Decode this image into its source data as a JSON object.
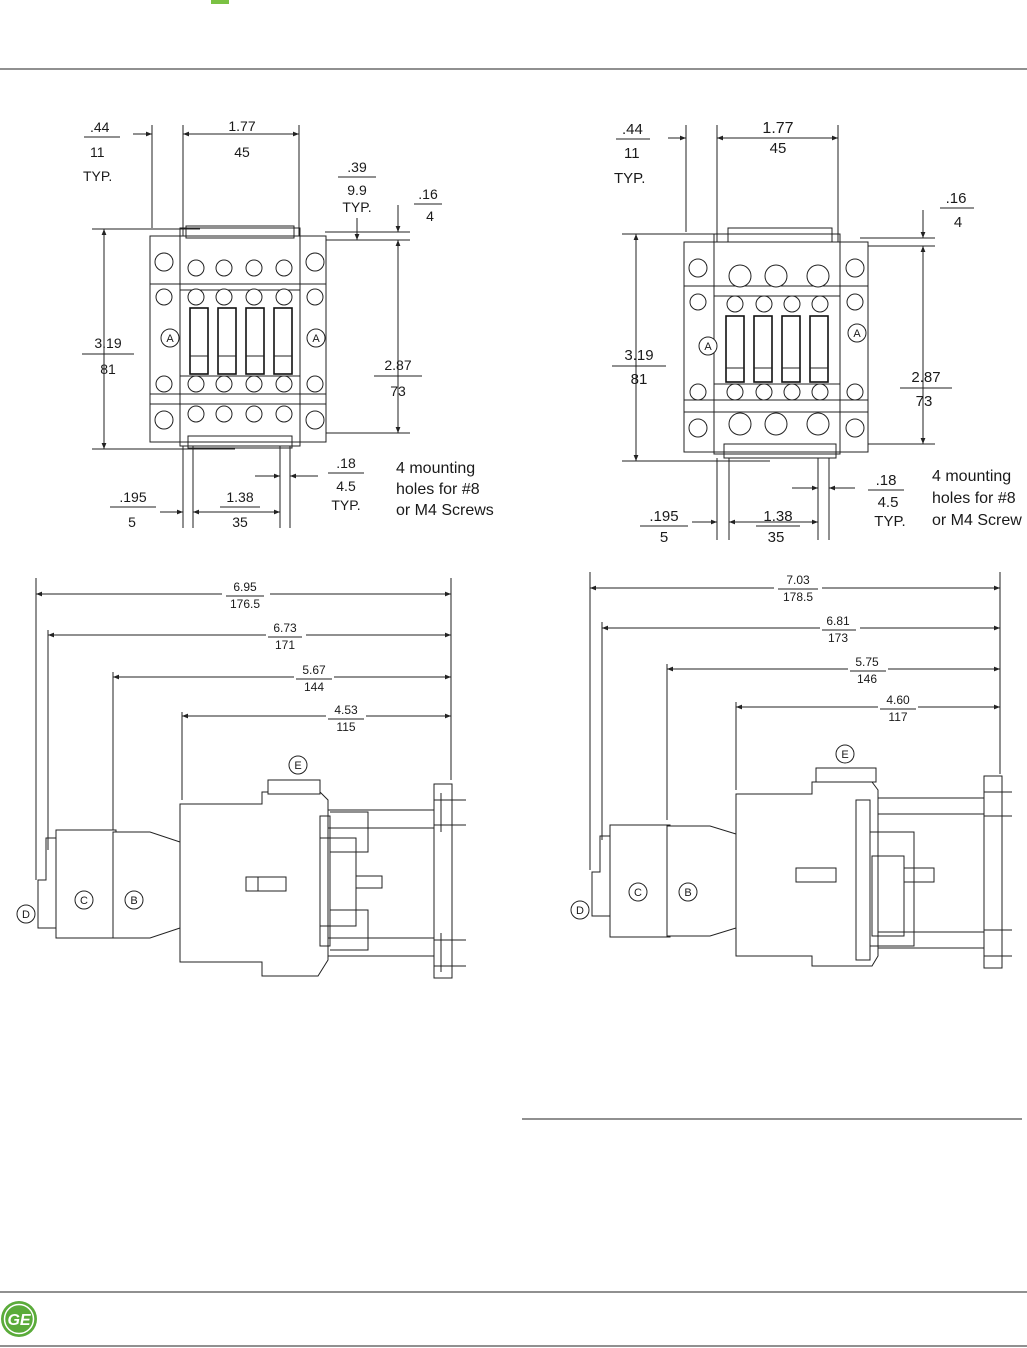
{
  "colors": {
    "rule": "#222222",
    "accent": "#7ac143",
    "logo": "#5aab3a"
  },
  "logo": {
    "icon": "ge-monogram-icon",
    "text": "GE"
  },
  "left_front": {
    "d_left_in": ".44",
    "d_left_mm": "11",
    "d_left_typ": "TYP.",
    "d_width_in": "1.77",
    "d_width_mm": "45",
    "d_top_in": ".39",
    "d_top_mm": "9.9",
    "d_top_typ": "TYP.",
    "d_corner_in": ".16",
    "d_corner_mm": "4",
    "d_height_in": "3.19",
    "d_height_mm": "81",
    "d_hole_h_in": "2.87",
    "d_hole_h_mm": "73",
    "d_slot_in": ".18",
    "d_slot_mm": "4.5",
    "d_slot_typ": "TYP.",
    "d_edge_in": ".195",
    "d_edge_mm": "5",
    "d_hole_w_in": "1.38",
    "d_hole_w_mm": "35",
    "mount_note": [
      "4 mounting",
      "holes for #8",
      "or M4 Screws"
    ],
    "label_a": "A"
  },
  "right_front": {
    "d_left_in": ".44",
    "d_left_mm": "11",
    "d_left_typ": "TYP.",
    "d_width_in": "1.77",
    "d_width_mm": "45",
    "d_corner_in": ".16",
    "d_corner_mm": "4",
    "d_height_in": "3.19",
    "d_height_mm": "81",
    "d_hole_h_in": "2.87",
    "d_hole_h_mm": "73",
    "d_slot_in": ".18",
    "d_slot_mm": "4.5",
    "d_slot_typ": "TYP.",
    "d_edge_in": ".195",
    "d_edge_mm": "5",
    "d_hole_w_in": "1.38",
    "d_hole_w_mm": "35",
    "mount_note": [
      "4 mounting",
      "holes for #8",
      "or M4 Screw"
    ],
    "label_a": "A"
  },
  "left_side": {
    "dims": [
      {
        "in": "6.95",
        "mm": "176.5"
      },
      {
        "in": "6.73",
        "mm": "171"
      },
      {
        "in": "5.67",
        "mm": "144"
      },
      {
        "in": "4.53",
        "mm": "115"
      }
    ],
    "labels": {
      "b": "B",
      "c": "C",
      "d": "D",
      "e": "E"
    }
  },
  "right_side": {
    "dims": [
      {
        "in": "7.03",
        "mm": "178.5"
      },
      {
        "in": "6.81",
        "mm": "173"
      },
      {
        "in": "5.75",
        "mm": "146"
      },
      {
        "in": "4.60",
        "mm": "117"
      }
    ],
    "labels": {
      "b": "B",
      "c": "C",
      "d": "D",
      "e": "E"
    }
  }
}
